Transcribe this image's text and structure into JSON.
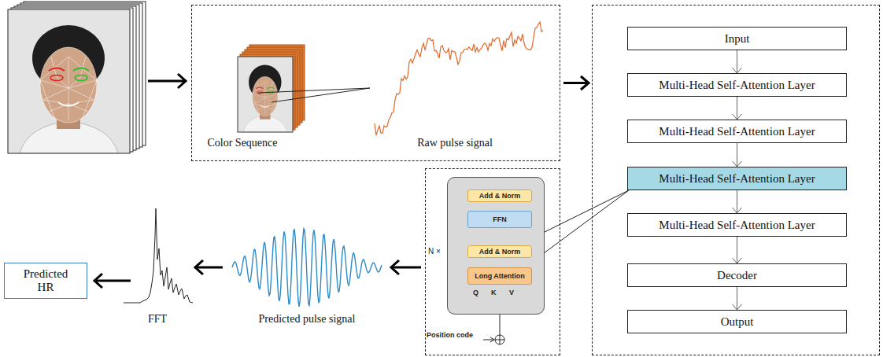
{
  "diagram": {
    "nodes": [
      {
        "text": [
          "Color Sequence",
          "Raw pulse signal"
        ]
      },
      {
        "text": []
      },
      {
        "text": [
          "Input"
        ],
        "in": 1
      },
      {
        "text": [
          "Multi-Head Self-Attention Layer"
        ],
        "in": 1
      },
      {
        "text": [
          "Multi-Head Self-Attention Layer"
        ],
        "in": 1
      },
      {
        "text": [
          "Multi-Head Self-Attention Layer"
        ],
        "in": 1
      },
      {
        "text": [
          "Multi-Head Self-Attention Layer"
        ],
        "in": 1
      },
      {
        "text": [
          "Decoder"
        ],
        "in": 1
      },
      {
        "text": [
          "Output"
        ],
        "in": 1
      },
      {
        "text": [
          "N ×",
          "Position code"
        ]
      },
      {
        "text": [],
        "in": 9
      },
      {
        "text": [
          "Add & Norm"
        ],
        "in": 10
      },
      {
        "text": [
          "FFN"
        ],
        "in": 10
      },
      {
        "text": [
          "Add & Norm"
        ],
        "in": 10
      },
      {
        "text": [
          "Long Attention"
        ],
        "in": 10
      },
      {
        "text": [
          "Predicted HR"
        ]
      }
    ],
    "edges": [
      {
        "from": 0,
        "to": 1,
        "arrow": "to"
      },
      {
        "from": 2,
        "to": 3,
        "arrow": "to"
      },
      {
        "from": 3,
        "to": 4,
        "arrow": "to"
      },
      {
        "from": 4,
        "to": 5,
        "arrow": "to"
      },
      {
        "from": 5,
        "to": 6,
        "arrow": "to"
      },
      {
        "from": 6,
        "to": 7,
        "arrow": "to"
      },
      {
        "from": 7,
        "to": 8,
        "arrow": "to"
      },
      {
        "from": 14,
        "to": 13,
        "arrow": "to"
      },
      {
        "from": 13,
        "to": 12,
        "arrow": "to"
      },
      {
        "from": 12,
        "to": 11,
        "arrow": "to"
      },
      {
        "from": 10,
        "to": 5,
        "arrow": "none"
      }
    ],
    "labels": [
      "Q",
      "K",
      "V",
      "Predicted pulse signal",
      "FFT"
    ]
  }
}
